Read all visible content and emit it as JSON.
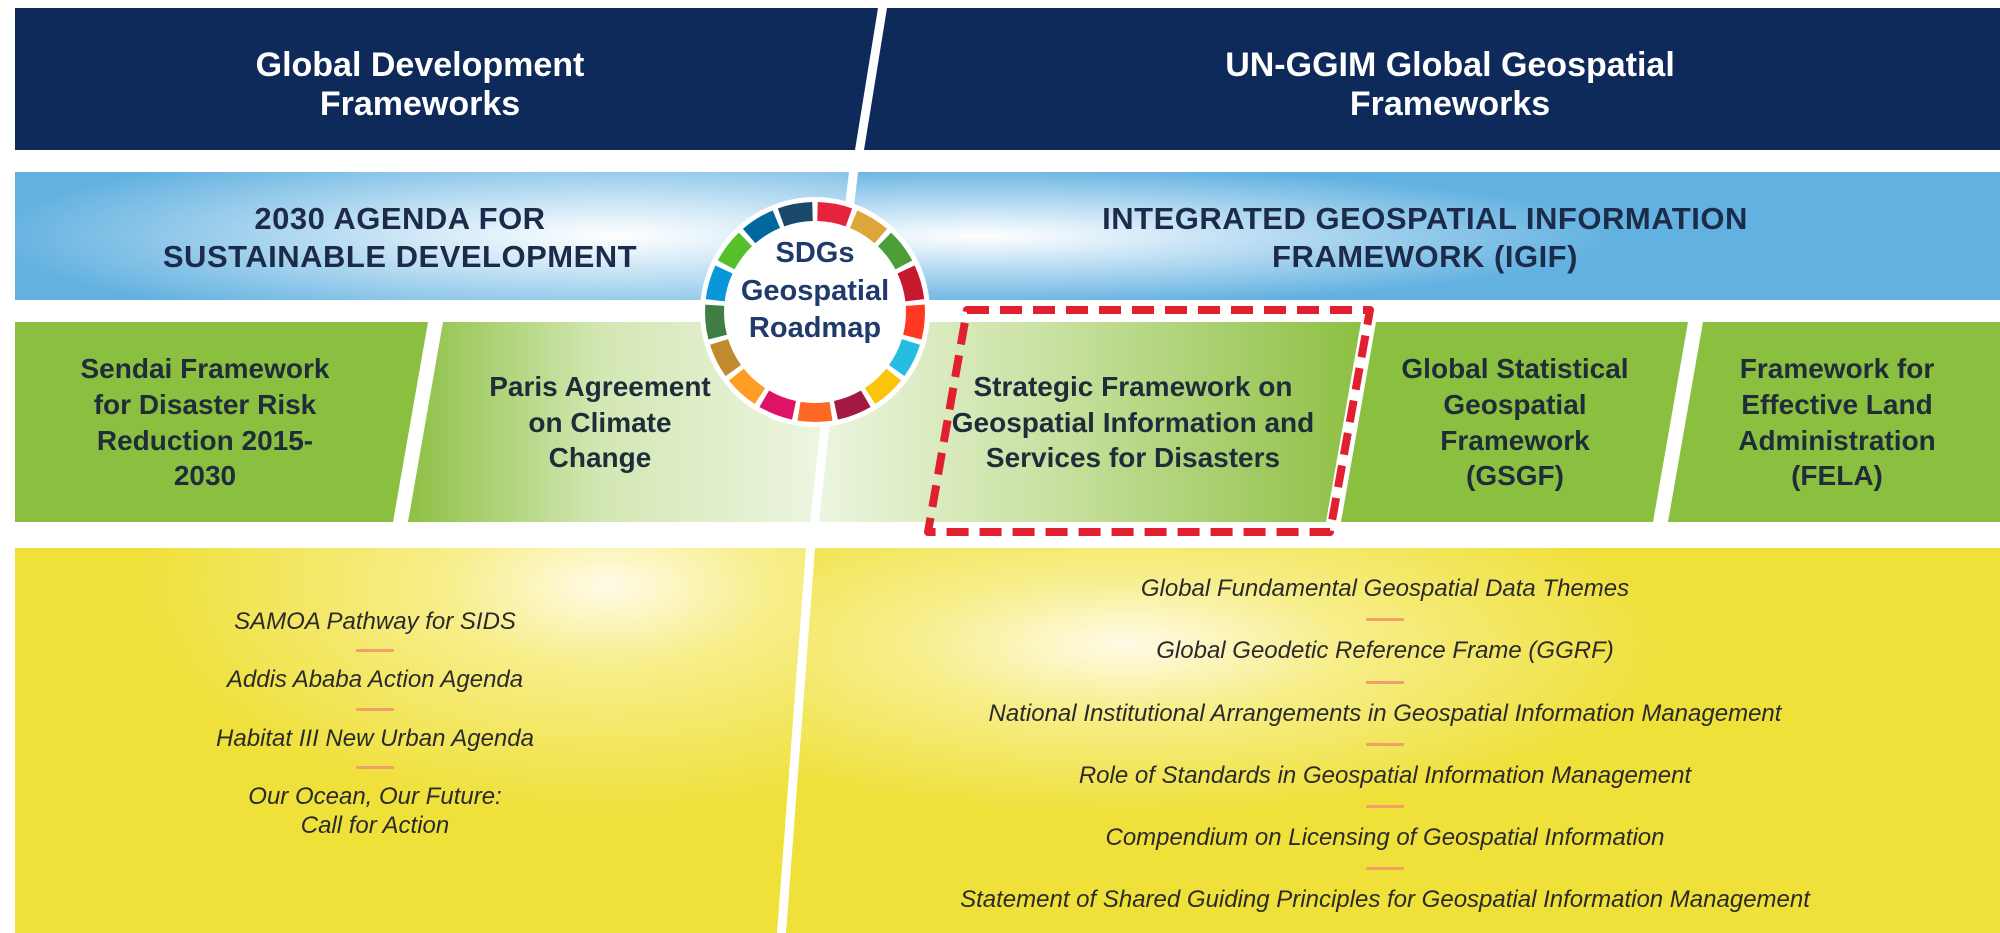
{
  "headers": {
    "left": "Global Development Frameworks",
    "right": "UN-GGIM Global Geospatial Frameworks"
  },
  "bands": {
    "left": "2030 AGENDA FOR SUSTAINABLE DEVELOPMENT",
    "right": "INTEGRATED GEOSPATIAL INFORMATION FRAMEWORK (IGIF)"
  },
  "hub": {
    "line1": "SDGs",
    "line2": "Geospatial",
    "line3": "Roadmap"
  },
  "frameworks": {
    "sendai": "Sendai Framework for Disaster Risk Reduction 2015-2030",
    "paris": "Paris Agreement on Climate Change",
    "strategic": "Strategic Framework on Geospatial Information and Services for Disasters",
    "gsgf": "Global Statistical Geospatial Framework (GSGF)",
    "fela": "Framework for Effective Land Administration (FELA)"
  },
  "left_items": [
    "SAMOA Pathway for SIDS",
    "Addis Ababa Action Agenda",
    "Habitat III New Urban Agenda",
    "Our Ocean, Our Future: Call for Action"
  ],
  "right_items": [
    "Global Fundamental Geospatial Data Themes",
    "Global Geodetic Reference Frame (GGRF)",
    "National Institutional Arrangements in Geospatial Information Management",
    "Role of Standards in Geospatial Information Management",
    "Compendium on Licensing of Geospatial Information",
    "Statement of Shared Guiding Principles for Geospatial Information Management"
  ],
  "colors": {
    "navy": "#0e2a5a",
    "blue_band": "#6ab4e2",
    "green": "#8bbf3f",
    "yellow": "#f1e23c",
    "highlight_dash": "#e0202f"
  },
  "icons": {
    "hub_ring": "sdg-color-wheel-icon"
  }
}
